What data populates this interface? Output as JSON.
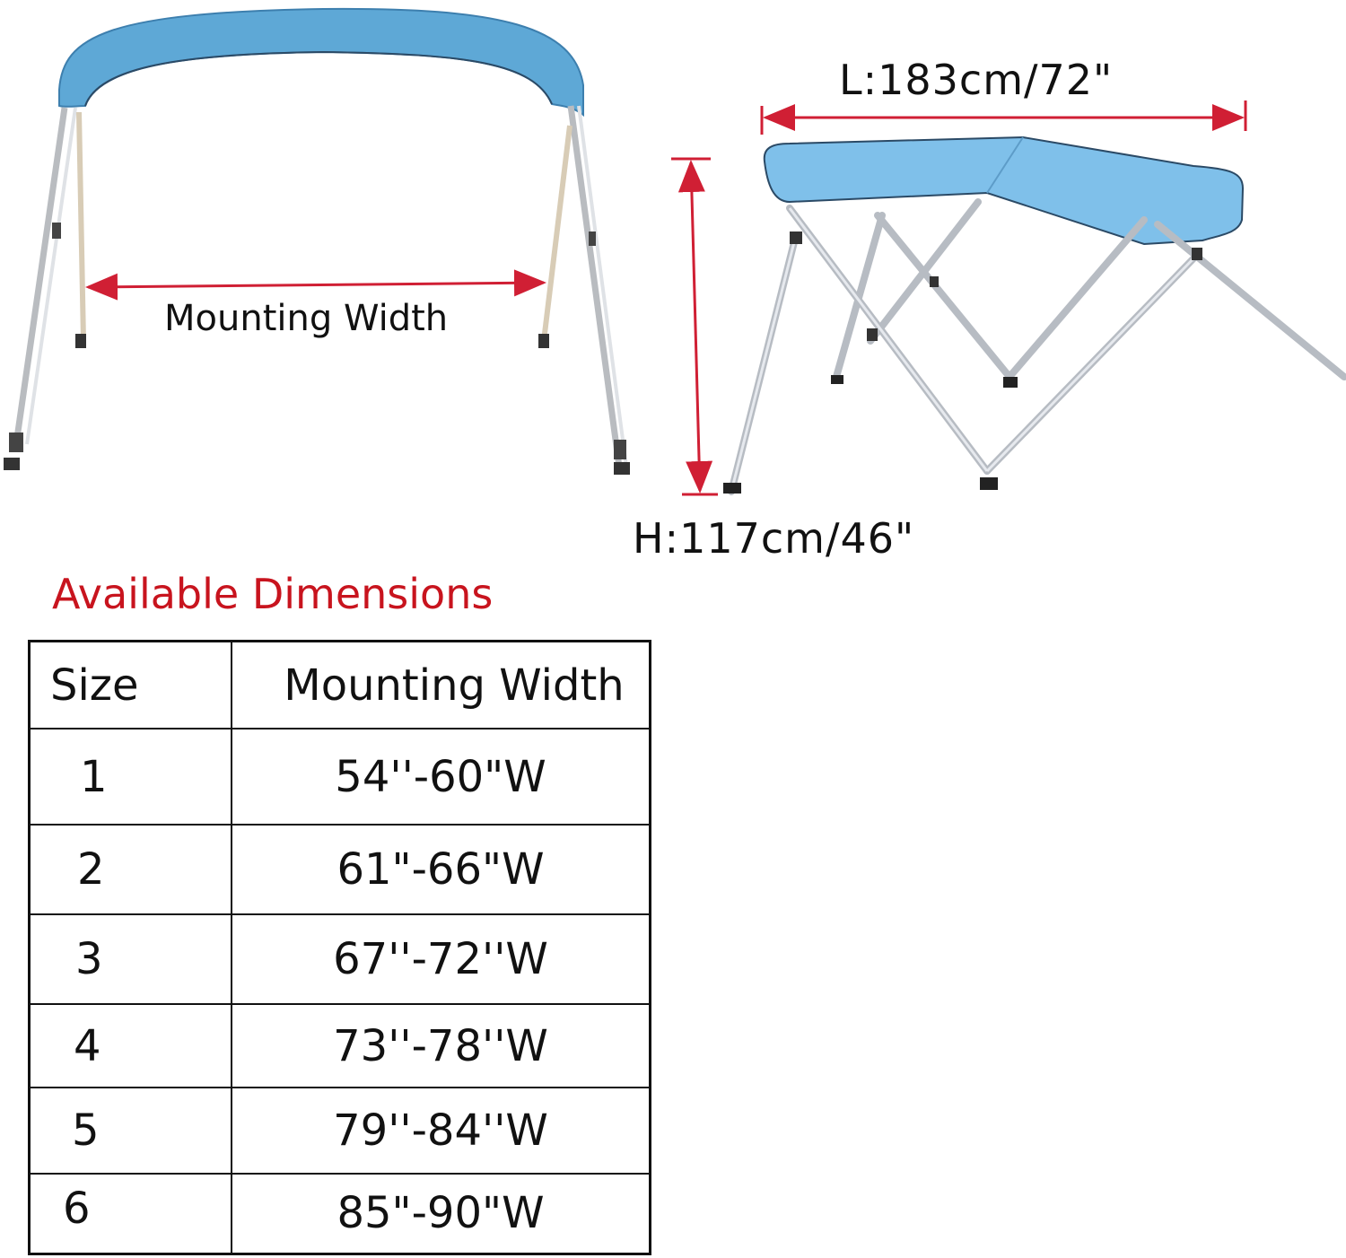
{
  "left_figure": {
    "label": "Mounting Width",
    "canopy_color": "#5ea8d6",
    "arrow_color": "#d01f34"
  },
  "right_figure": {
    "length_label": "L:183cm/72\"",
    "height_label": "H:117cm/46\"",
    "canopy_color": "#7fc0ea",
    "arrow_color": "#d01f34"
  },
  "dimensions": {
    "title": "Available Dimensions",
    "title_color": "#c8141e",
    "headers": {
      "size": "Size",
      "width": "Mounting Width"
    },
    "rows": [
      {
        "size": "1",
        "width": "54''-60\"W"
      },
      {
        "size": "2",
        "width": "61\"-66\"W"
      },
      {
        "size": "3",
        "width": "67''-72''W"
      },
      {
        "size": "4",
        "width": "73''-78''W"
      },
      {
        "size": "5",
        "width": "79''-84''W"
      },
      {
        "size": "6",
        "width": "85\"-90\"W"
      }
    ]
  }
}
